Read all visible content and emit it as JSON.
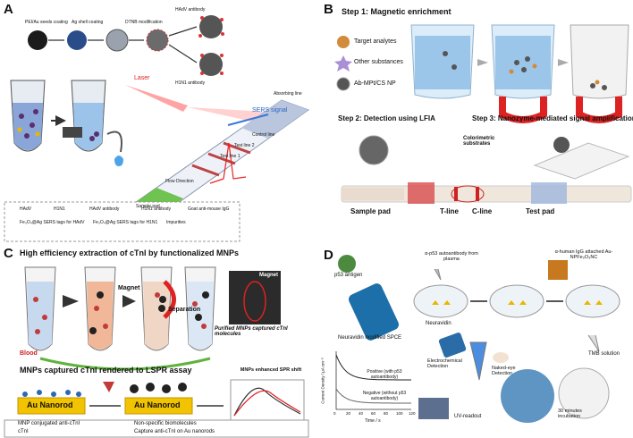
{
  "panel_a": {
    "label": "A",
    "synthesis_steps": [
      "PEI/Au seeds coating",
      "Ag shell coating",
      "DTNB modification",
      "HAdV antibody",
      "H1N1 antibody"
    ],
    "laser": "Laser",
    "sers_signal": "SERS signal",
    "strip_labels": [
      "Absorbing line",
      "Control line",
      "Test line 2",
      "Test line 1",
      "Flow Direction",
      "Sample pad"
    ],
    "legend": [
      "HAdV",
      "H1N1",
      "HAdV antibody",
      "H1N1 antibody",
      "Goat anti-mouse IgG",
      "Fe₃O₄@Ag SERS tags for HAdV",
      "Fe₃O₄@Ag SERS tags for H1N1",
      "Impurities"
    ]
  },
  "panel_b": {
    "label": "B",
    "step1": "Step 1: Magnetic enrichment",
    "legend": [
      "Target analytes",
      "Other substances",
      "Ab-MPt/CS NP"
    ],
    "step2": "Step 2: Detection using LFIA",
    "step3": "Step 3: Nanozyme-mediated signal amplification",
    "colorimetric": "Colorimetric substrates",
    "strip": [
      "Sample pad",
      "T-line",
      "C-line",
      "Test pad"
    ]
  },
  "panel_c": {
    "label": "C",
    "title1": "High efficiency extraction of cTnI by functionalized MNPs",
    "magnet": "Magnet",
    "separation": "Separation",
    "magnet_photo": "Magnet",
    "blood": "Blood",
    "purified": "Purified MNPs captured cTnI molecules",
    "title2": "MNPs captured cTnI rendered to LSPR assay",
    "nanorod": "Au Nanorod",
    "spr": "MNPs enhanced SPR shift",
    "legend": [
      "MNP conjugated anti-cTnI",
      "Non-specific biomolecules",
      "cTnI",
      "Capture anti-cTnI on Au nanorods"
    ]
  },
  "panel_d": {
    "label": "D",
    "p53": "p53 antigen",
    "autoantibody": "α-p53 autoantibody from plasma",
    "anti_human": "α-human IgG attached Au-NPFe₂O₃NC",
    "spce": "Neuravidin modified SPCE",
    "neuravidin": "Neuravidin",
    "tmb": "TMB solution",
    "incubation": "30 minutes incubation",
    "electrochemical": "Electrochemical Detection",
    "naked_eye": "Naked-eye Detection",
    "uv": "UV-readout",
    "positive": "Positive (with p53 autoantibody)",
    "negative": "Negative (without p53 autoantibody)",
    "ylabel": "Current Density / μA cm⁻²",
    "xlabel": "Time / s",
    "xticks": [
      "0",
      "20",
      "40",
      "60",
      "80",
      "100",
      "120"
    ]
  }
}
